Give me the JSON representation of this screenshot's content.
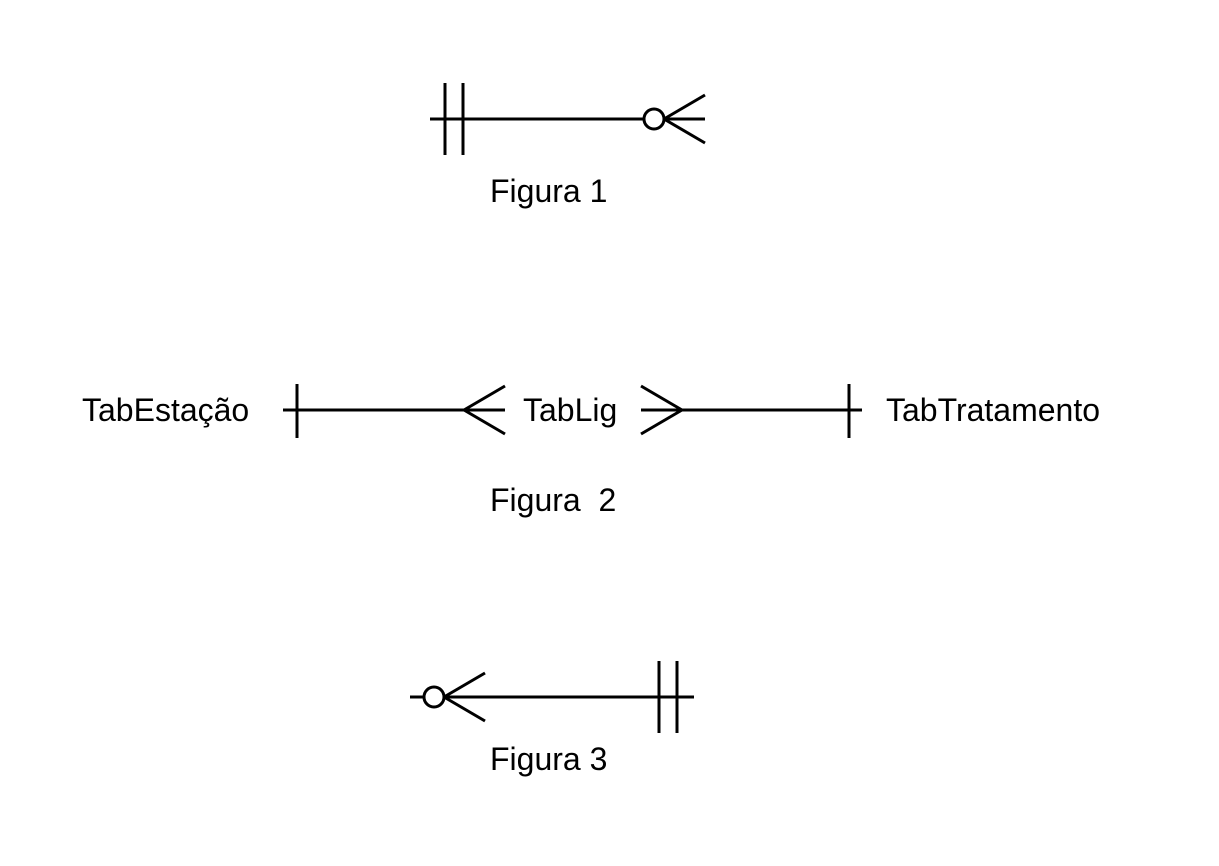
{
  "figures": {
    "figure1": {
      "caption": "Figura 1"
    },
    "figure2": {
      "caption": "Figura  2",
      "entity_left": "TabEstação",
      "entity_center": "TabLig",
      "entity_right": "TabTratamento"
    },
    "figure3": {
      "caption": "Figura 3"
    }
  },
  "colors": {
    "line": "#000000",
    "background": "#ffffff"
  }
}
